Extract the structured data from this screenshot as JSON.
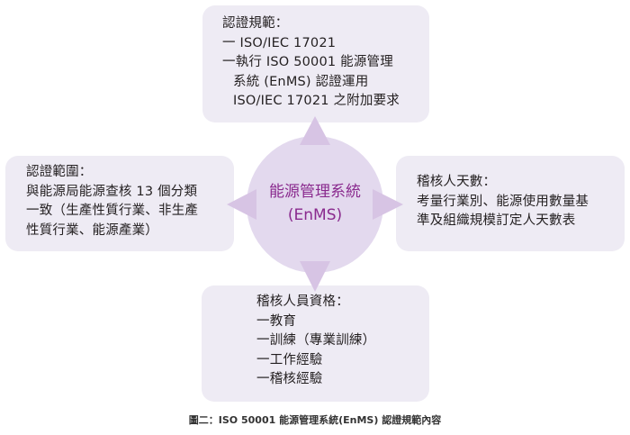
{
  "center": {
    "title": "能源管理系統",
    "subtitle": "(EnMS)",
    "circle_color": "#e3d9ee",
    "arrow_color": "#d7c4e4",
    "text_color": "#8a2a8e"
  },
  "boxes": {
    "top": {
      "heading": "認證規範：",
      "lines": [
        "一 ISO/IEC 17021",
        "一執行 ISO 50001 能源管理",
        "系統 (EnMS) 認證運用",
        "ISO/IEC 17021 之附加要求"
      ]
    },
    "left": {
      "heading": "認證範圍：",
      "lines": [
        "與能源局能源查核 13 個分類",
        "一致（生產性質行業、非生產",
        "性質行業、能源產業）"
      ]
    },
    "right": {
      "heading": "稽核人天數：",
      "lines": [
        "考量行業別、能源使用數量基",
        "準及組織規模訂定人天數表"
      ]
    },
    "bottom": {
      "heading": "稽核人員資格：",
      "lines": [
        "一教育",
        "一訓練（專業訓練）",
        "一工作經驗",
        "一稽核經驗"
      ]
    },
    "background_color": "#eeebf4"
  },
  "caption": "圖二：ISO 50001 能源管理系統(EnMS) 認證規範內容"
}
